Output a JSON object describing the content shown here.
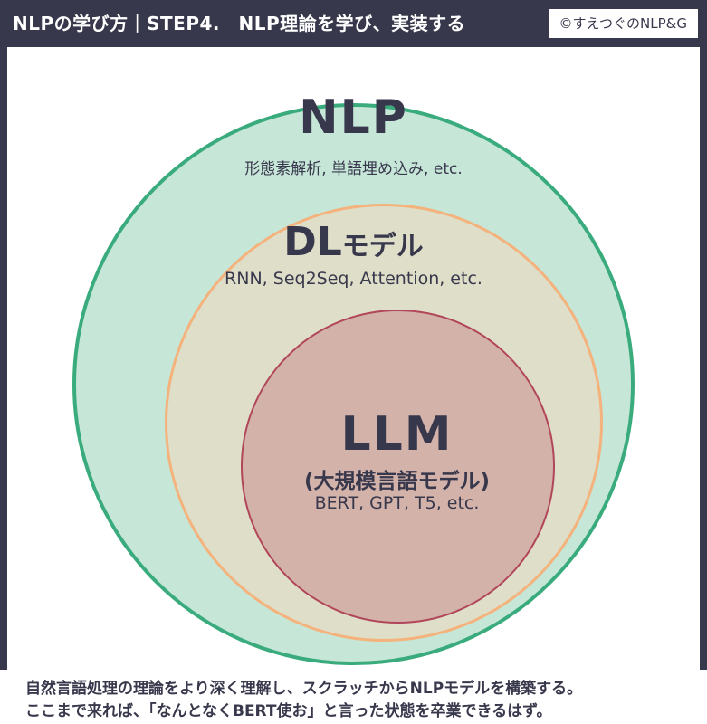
{
  "header": {
    "title": "NLPの学び方｜STEP4.　NLP理論を学び、実装する",
    "credit": "©すえつぐのNLP&G"
  },
  "colors": {
    "frame": "#38384c",
    "nlp_fill": "#c6e6d8",
    "nlp_stroke": "#3aab7d",
    "dl_fill": "#dfdec8",
    "dl_stroke": "#f4b27c",
    "llm_fill": "#d3b2aa",
    "llm_stroke": "#b1465a"
  },
  "diagram": {
    "nlp": {
      "title": "NLP",
      "examples": "形態素解析, 単語埋め込み, etc."
    },
    "dl": {
      "title_main": "DL",
      "title_suffix": "モデル",
      "examples": "RNN, Seq2Seq, Attention, etc."
    },
    "llm": {
      "title": "LLM",
      "subtitle": "(大規模言語モデル)",
      "examples": "BERT, GPT, T5, etc."
    }
  },
  "footer": {
    "line1": "自然言語処理の理論をより深く理解し、スクラッチからNLPモデルを構築する。",
    "line2": "ここまで来れば、「なんとなくBERT使お」と言った状態を卒業できるはず。"
  }
}
